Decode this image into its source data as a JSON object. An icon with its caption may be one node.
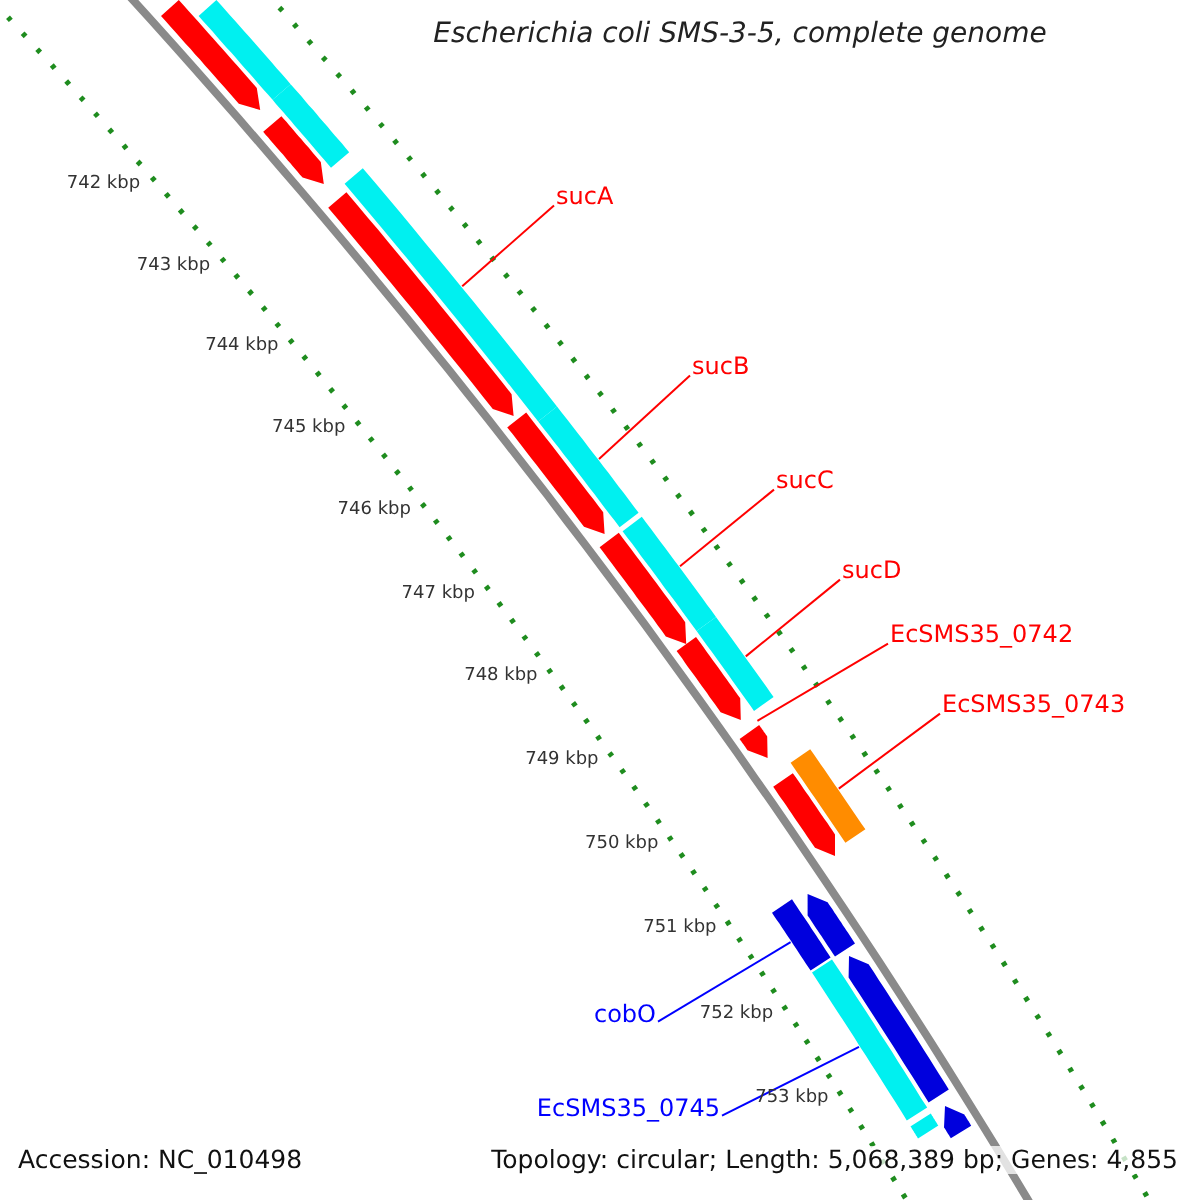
{
  "diagram": {
    "title": "Escherichia coli SMS-3-5, complete genome",
    "nodes": [
      {
        "text": [
          "sucA"
        ]
      },
      {
        "text": [],
        "shape": "bar"
      },
      {
        "text": [
          "sucB"
        ]
      },
      {
        "text": [],
        "shape": "bar"
      },
      {
        "text": [
          "sucC"
        ]
      },
      {
        "text": [],
        "shape": "bar"
      },
      {
        "text": [
          "sucD"
        ]
      },
      {
        "text": [],
        "shape": "bar"
      },
      {
        "text": [
          "EcSMS35_0742"
        ]
      },
      {
        "text": [],
        "shape": "arrow"
      },
      {
        "text": [
          "EcSMS35_0743"
        ]
      },
      {
        "text": [],
        "shape": "bar"
      },
      {
        "text": [
          "cobO"
        ]
      },
      {
        "text": [],
        "shape": "bar"
      },
      {
        "text": [
          "EcSMS35_0745"
        ]
      },
      {
        "text": [],
        "shape": "bar"
      },
      {
        "text": [],
        "shape": "bar"
      },
      {
        "text": [],
        "shape": "arrow"
      },
      {
        "text": [],
        "shape": "bar"
      },
      {
        "text": [],
        "shape": "arrow"
      },
      {
        "text": [],
        "shape": "arrow"
      },
      {
        "text": [],
        "shape": "arrow"
      },
      {
        "text": [],
        "shape": "arrow"
      },
      {
        "text": [],
        "shape": "arrow"
      },
      {
        "text": [],
        "shape": "arrow"
      },
      {
        "text": [],
        "shape": "arrow"
      },
      {
        "text": [],
        "shape": "arrow"
      },
      {
        "text": [],
        "shape": "arrow"
      },
      {
        "text": [],
        "shape": "bar"
      }
    ],
    "edges": [
      {
        "from": 0,
        "to": 1,
        "arrow": "none"
      },
      {
        "from": 2,
        "to": 3,
        "arrow": "none"
      },
      {
        "from": 4,
        "to": 5,
        "arrow": "none"
      },
      {
        "from": 6,
        "to": 7,
        "arrow": "none"
      },
      {
        "from": 8,
        "to": 9,
        "arrow": "none"
      },
      {
        "from": 10,
        "to": 11,
        "arrow": "none"
      },
      {
        "from": 12,
        "to": 13,
        "arrow": "none",
        "color": "#0000ff"
      },
      {
        "from": 14,
        "to": 15,
        "arrow": "none",
        "color": "#0000ff"
      }
    ],
    "labels": [
      "742 kbp",
      "743 kbp",
      "744 kbp",
      "745 kbp",
      "746 kbp",
      "747 kbp",
      "748 kbp",
      "749 kbp",
      "750 kbp",
      "751 kbp",
      "752 kbp",
      "753 kbp",
      "Accession: NC_010498",
      "Topology: circular; Length: 5,068,389 bp; Genes: 4,855"
    ]
  }
}
